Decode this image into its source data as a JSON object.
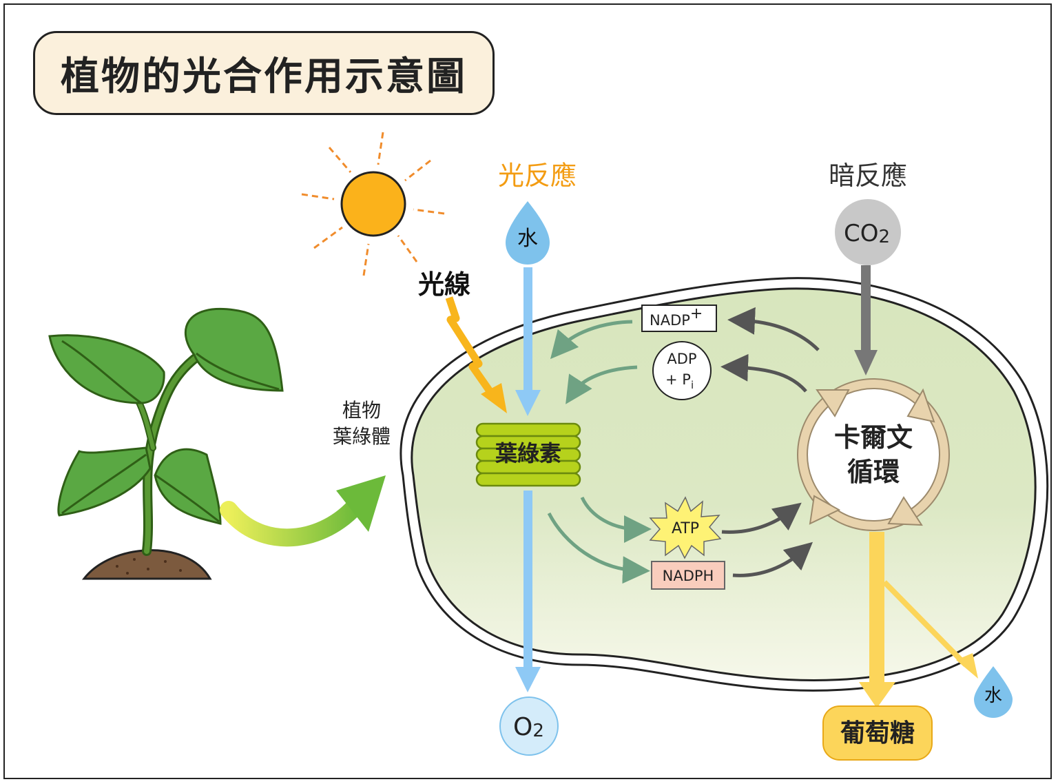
{
  "title": "植物的光合作用示意圖",
  "labels": {
    "light_reaction": "光反應",
    "dark_reaction": "暗反應",
    "light": "光線",
    "water_top": "水",
    "co2_main": "CO",
    "co2_sub": "2",
    "chloroplast_line1": "植物",
    "chloroplast_line2": "葉綠體",
    "chlorophyll": "葉綠素",
    "nadp_main": "NADP",
    "nadp_sup": "+",
    "adp_line1": "ADP",
    "adp_line2_main": "+ P",
    "adp_line2_sub": "i",
    "atp": "ATP",
    "nadph": "NADPH",
    "calvin_line1": "卡爾文",
    "calvin_line2": "循環",
    "o2_main": "O",
    "o2_sub": "2",
    "glucose": "葡萄糖",
    "water_bottom": "水"
  },
  "colors": {
    "light_reaction": "#f39c12",
    "dark_reaction": "#333333",
    "water_drop": "#7ec2ec",
    "water_arrow": "#8ec9f5",
    "co2": "#c8c8c8",
    "co2_arrow": "#777777",
    "chloroplast_fill": "#dce8c4",
    "chlorophyll": "#b6d21c",
    "sun": "#fbb21b",
    "light_arrow": "#f8b51c",
    "green_arrow": "#6fa283",
    "gray_arrow": "#555555",
    "calvin_ring": "#e8d3ad",
    "glucose": "#fcd55a",
    "nadph_box": "#f9cdbd",
    "atp_star": "#fef275",
    "o2": "#d4ecfa",
    "title_box": "#fbf0dc"
  }
}
